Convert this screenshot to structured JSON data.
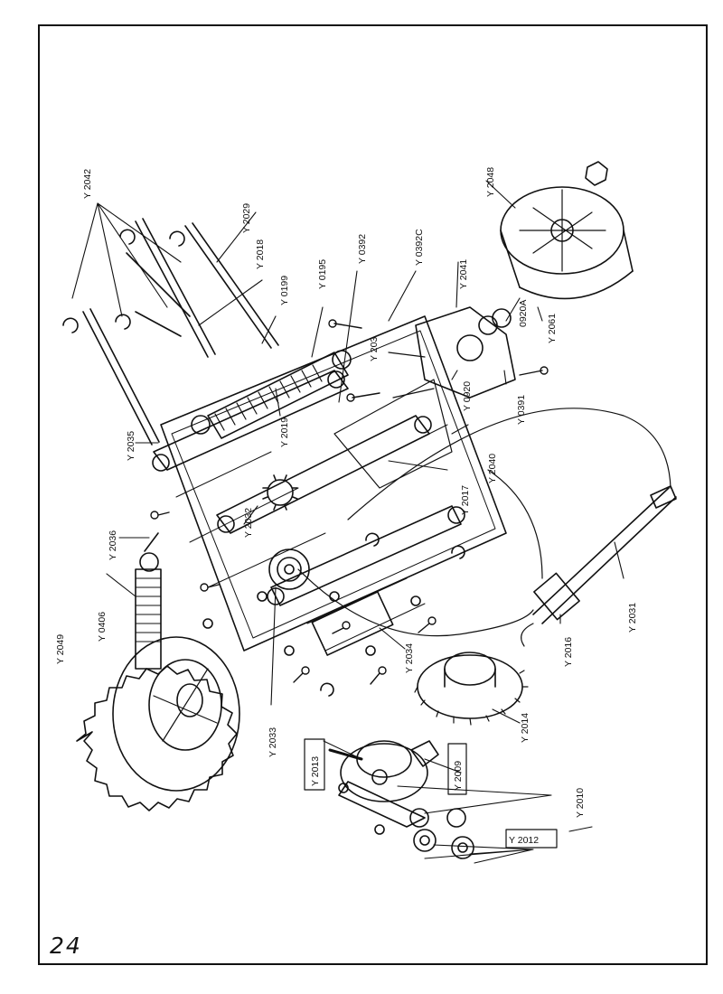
{
  "page": {
    "number": "24"
  },
  "callouts": [
    {
      "id": "c2042",
      "text": "Y 2042"
    },
    {
      "id": "c2029",
      "text": "Y 2029"
    },
    {
      "id": "c2018",
      "text": "Y 2018"
    },
    {
      "id": "c0199",
      "text": "Y 0199"
    },
    {
      "id": "c0195",
      "text": "Y 0195"
    },
    {
      "id": "c0392",
      "text": "Y 0392"
    },
    {
      "id": "c0392C",
      "text": "Y 0392C"
    },
    {
      "id": "c2041",
      "text": "Y 2041"
    },
    {
      "id": "c2048",
      "text": "Y 2048"
    },
    {
      "id": "c0920A",
      "text": "0920A"
    },
    {
      "id": "c2061",
      "text": "Y 2061"
    },
    {
      "id": "c0391",
      "text": "Y 0391"
    },
    {
      "id": "c0920",
      "text": "Y 0920"
    },
    {
      "id": "c203",
      "text": "Y 203"
    },
    {
      "id": "c2040",
      "text": "Y 2040"
    },
    {
      "id": "c2017",
      "text": "Y 2017"
    },
    {
      "id": "c2019",
      "text": "Y 2019"
    },
    {
      "id": "c2035",
      "text": "Y 2035"
    },
    {
      "id": "c2036",
      "text": "Y 2036"
    },
    {
      "id": "c2032",
      "text": "Y 2032"
    },
    {
      "id": "c0406",
      "text": "Y 0406"
    },
    {
      "id": "c2049",
      "text": "Y 2049"
    },
    {
      "id": "c2033",
      "text": "Y 2033"
    },
    {
      "id": "c2034",
      "text": "Y 2034"
    },
    {
      "id": "c2031",
      "text": "Y 2031"
    },
    {
      "id": "c2016",
      "text": "Y 2016"
    },
    {
      "id": "c2014",
      "text": "Y 2014"
    },
    {
      "id": "c2013",
      "text": "Y 2013"
    },
    {
      "id": "c2009",
      "text": "Y 2009"
    },
    {
      "id": "c2010",
      "text": "Y 2010"
    },
    {
      "id": "c2012",
      "text": "Y 2012"
    }
  ]
}
